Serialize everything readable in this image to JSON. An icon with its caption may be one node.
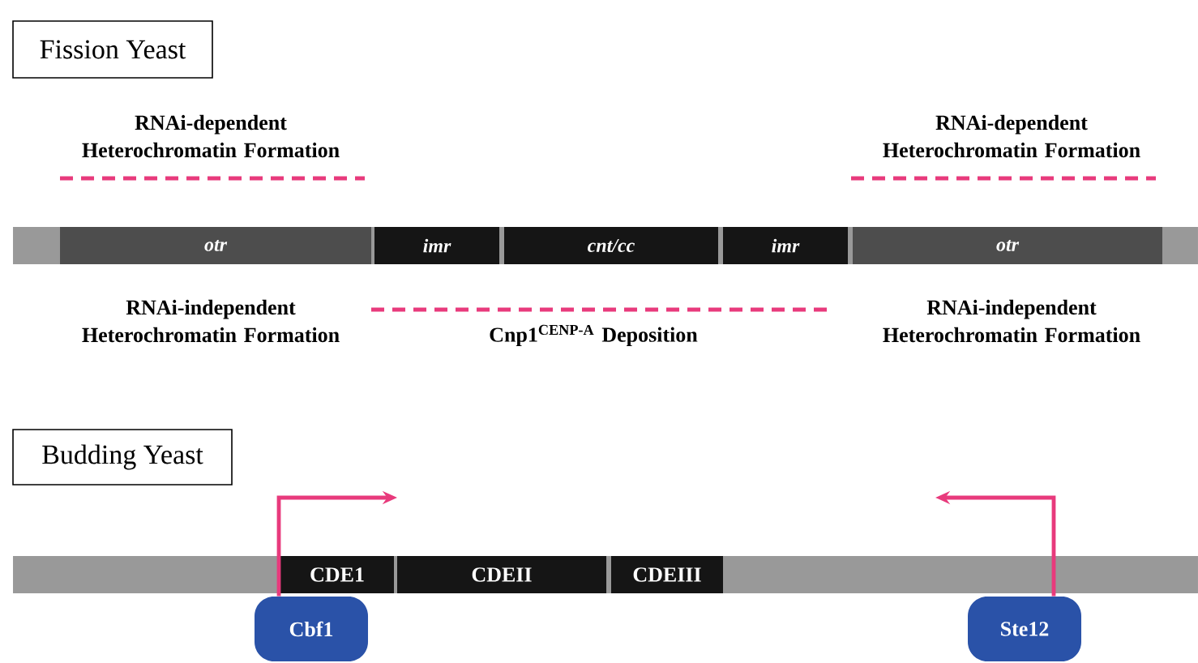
{
  "diagram": {
    "nodes": [
      {
        "text": [
          "Fission Yeast"
        ]
      },
      {
        "text": [
          "otr"
        ]
      },
      {
        "text": [
          "imr"
        ]
      },
      {
        "text": [
          "cnt/cc"
        ]
      },
      {
        "text": [
          "imr"
        ]
      },
      {
        "text": [
          "otr"
        ]
      },
      {
        "text": [
          "Budding Yeast"
        ]
      },
      {
        "text": [
          "CDE1"
        ]
      },
      {
        "text": [
          "CDEII"
        ]
      },
      {
        "text": [
          "CDEIII"
        ]
      },
      {
        "text": [
          "Cbf1"
        ]
      },
      {
        "text": [
          "Ste12"
        ]
      }
    ],
    "edges": [
      {
        "from": 10,
        "to": null,
        "arrow": "to"
      },
      {
        "from": 11,
        "to": null,
        "arrow": "to"
      }
    ],
    "labels": [
      "RNAi-dependent Heterochromatin Formation",
      "RNAi-dependent Heterochromatin Formation",
      "RNAi-independent Heterochromatin Formation",
      "Cnp1$^{CENP-A}$ Deposition",
      "RNAi-independent Heterochromatin Formation"
    ]
  }
}
